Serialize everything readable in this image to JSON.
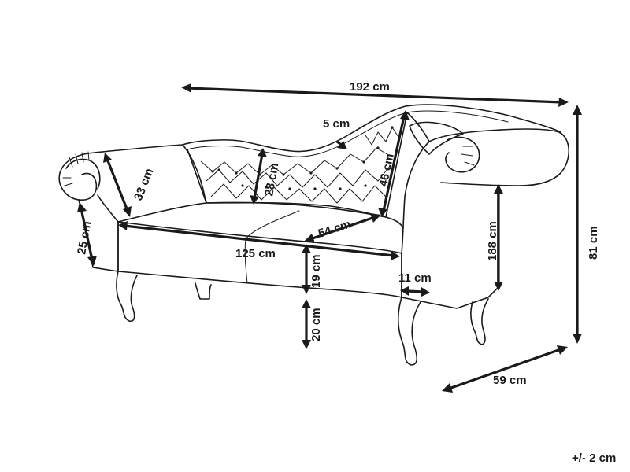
{
  "diagram": {
    "dimensions": {
      "overall_length": "192 cm",
      "overall_height": "81 cm",
      "depth": "59 cm",
      "seat_length": "125 cm",
      "backrest_top": "5 cm",
      "backrest_height": "28 cm",
      "back_height_right": "46 cm",
      "seat_depth": "54 cm",
      "right_arm_height": "188 cm",
      "left_arm_top": "33 cm",
      "left_arm_side": "25 cm",
      "seat_thickness": "19 cm",
      "leg_height": "20 cm",
      "arm_width": "11 cm"
    },
    "tolerance": "+/- 2 cm"
  }
}
